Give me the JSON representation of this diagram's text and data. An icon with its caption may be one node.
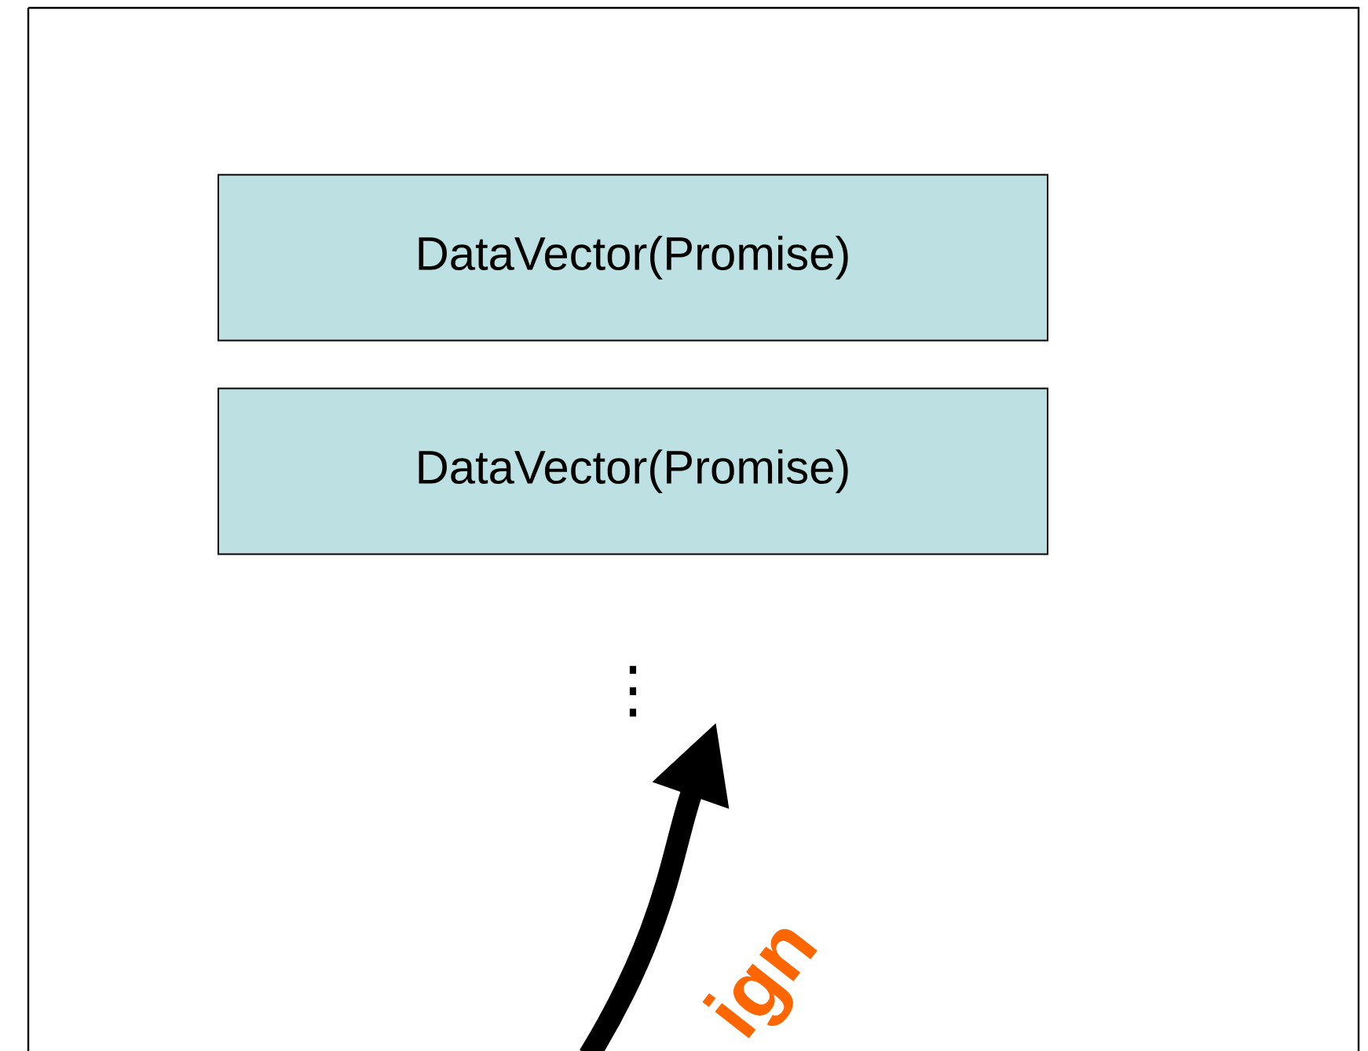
{
  "diagram": {
    "nodes": [
      {
        "text": [
          "DataVector(Promise)"
        ]
      },
      {
        "text": [
          "DataVector(Promise)"
        ]
      },
      {
        "text": [
          "⋮"
        ]
      }
    ],
    "edges": [
      {
        "from": null,
        "to": 2,
        "arrow": "to"
      }
    ],
    "labels": [
      "ign"
    ]
  }
}
